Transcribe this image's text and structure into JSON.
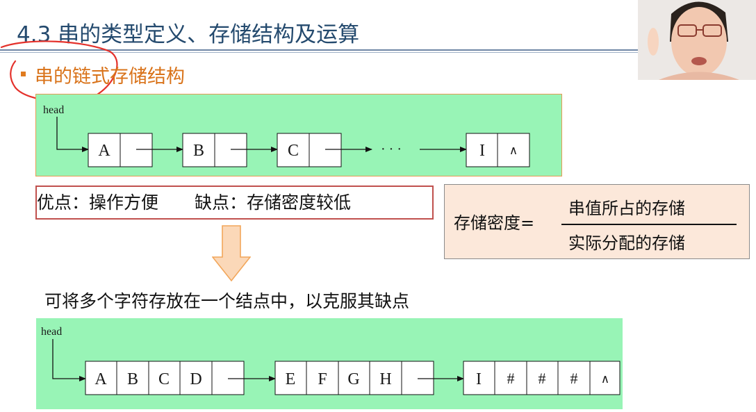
{
  "slide": {
    "title": "4.3 串的类型定义、存储结构及运算",
    "subtitle": "串的链式存储结构",
    "pros_cons": {
      "pros": "优点：操作方便",
      "cons": "缺点：存储密度较低"
    },
    "density": {
      "label": "存储密度=",
      "numerator": "串值所占的存储",
      "denominator": "实际分配的存储"
    },
    "caption": "可将多个字符存放在一个结点中，以克服其缺点"
  },
  "diagram1": {
    "head_label": "head",
    "nodes": [
      "A",
      "B",
      "C",
      "I"
    ],
    "ellipsis": "· · ·",
    "null_symbol": "∧"
  },
  "diagram2": {
    "head_label": "head",
    "nodes": [
      [
        "A",
        "B",
        "C",
        "D"
      ],
      [
        "E",
        "F",
        "G",
        "H"
      ],
      [
        "I",
        "#",
        "#",
        "#"
      ]
    ],
    "null_symbol": "∧"
  },
  "colors": {
    "title": "#244a6e",
    "subtitle": "#d9731a",
    "panel": "#98f4b6",
    "density_box": "#fce8da",
    "pros_cons_border": "#c0504d",
    "arrow_fill": "#fbd8b8",
    "arrow_stroke": "#f2a65a",
    "annotation": "#e4312b"
  }
}
